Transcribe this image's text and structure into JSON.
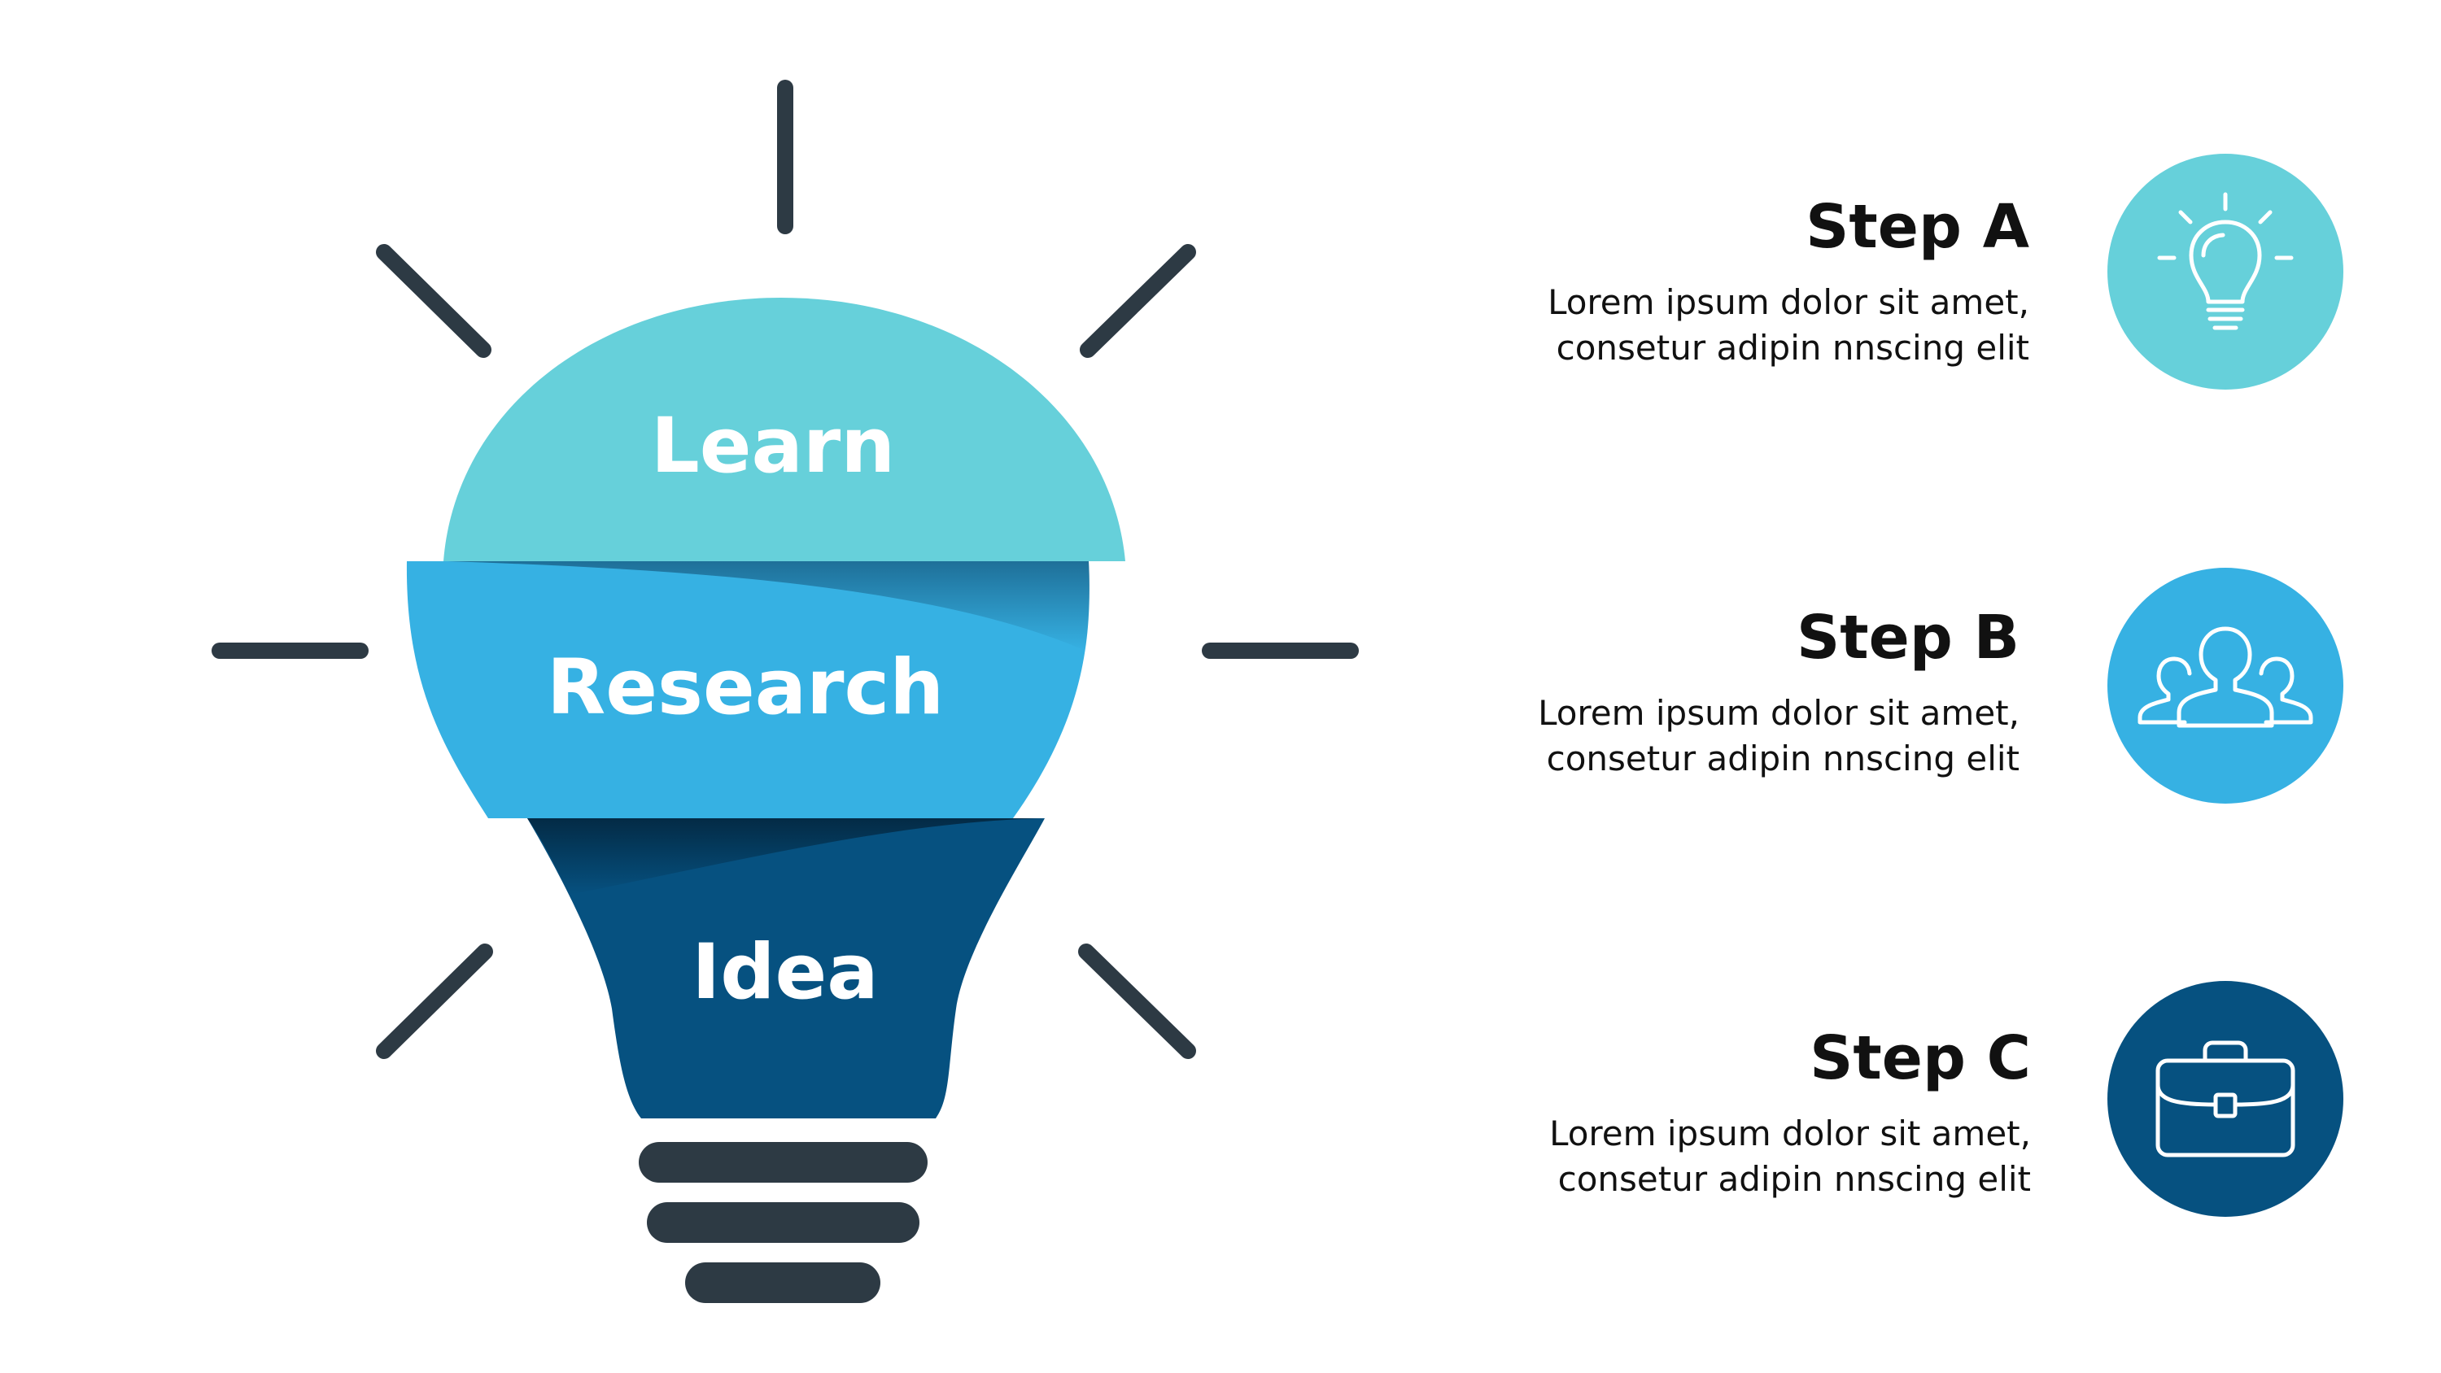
{
  "colors": {
    "learn": "#66D0DA",
    "research": "#36B1E3",
    "idea": "#065180",
    "dark": "#2D3A44"
  },
  "bulb": {
    "learn_label": "Learn",
    "research_label": "Research",
    "idea_label": "Idea"
  },
  "steps": [
    {
      "title": "Step A",
      "line1": "Lorem ipsum dolor sit amet,",
      "line2": "consetur adipin nnscing elit",
      "icon": "lightbulb-icon"
    },
    {
      "title": "Step B",
      "line1": "Lorem ipsum dolor sit amet,",
      "line2": "consetur adipin nnscing elit",
      "icon": "people-group-icon"
    },
    {
      "title": "Step C",
      "line1": "Lorem ipsum dolor sit amet,",
      "line2": "consetur adipin nnscing elit",
      "icon": "briefcase-icon"
    }
  ]
}
